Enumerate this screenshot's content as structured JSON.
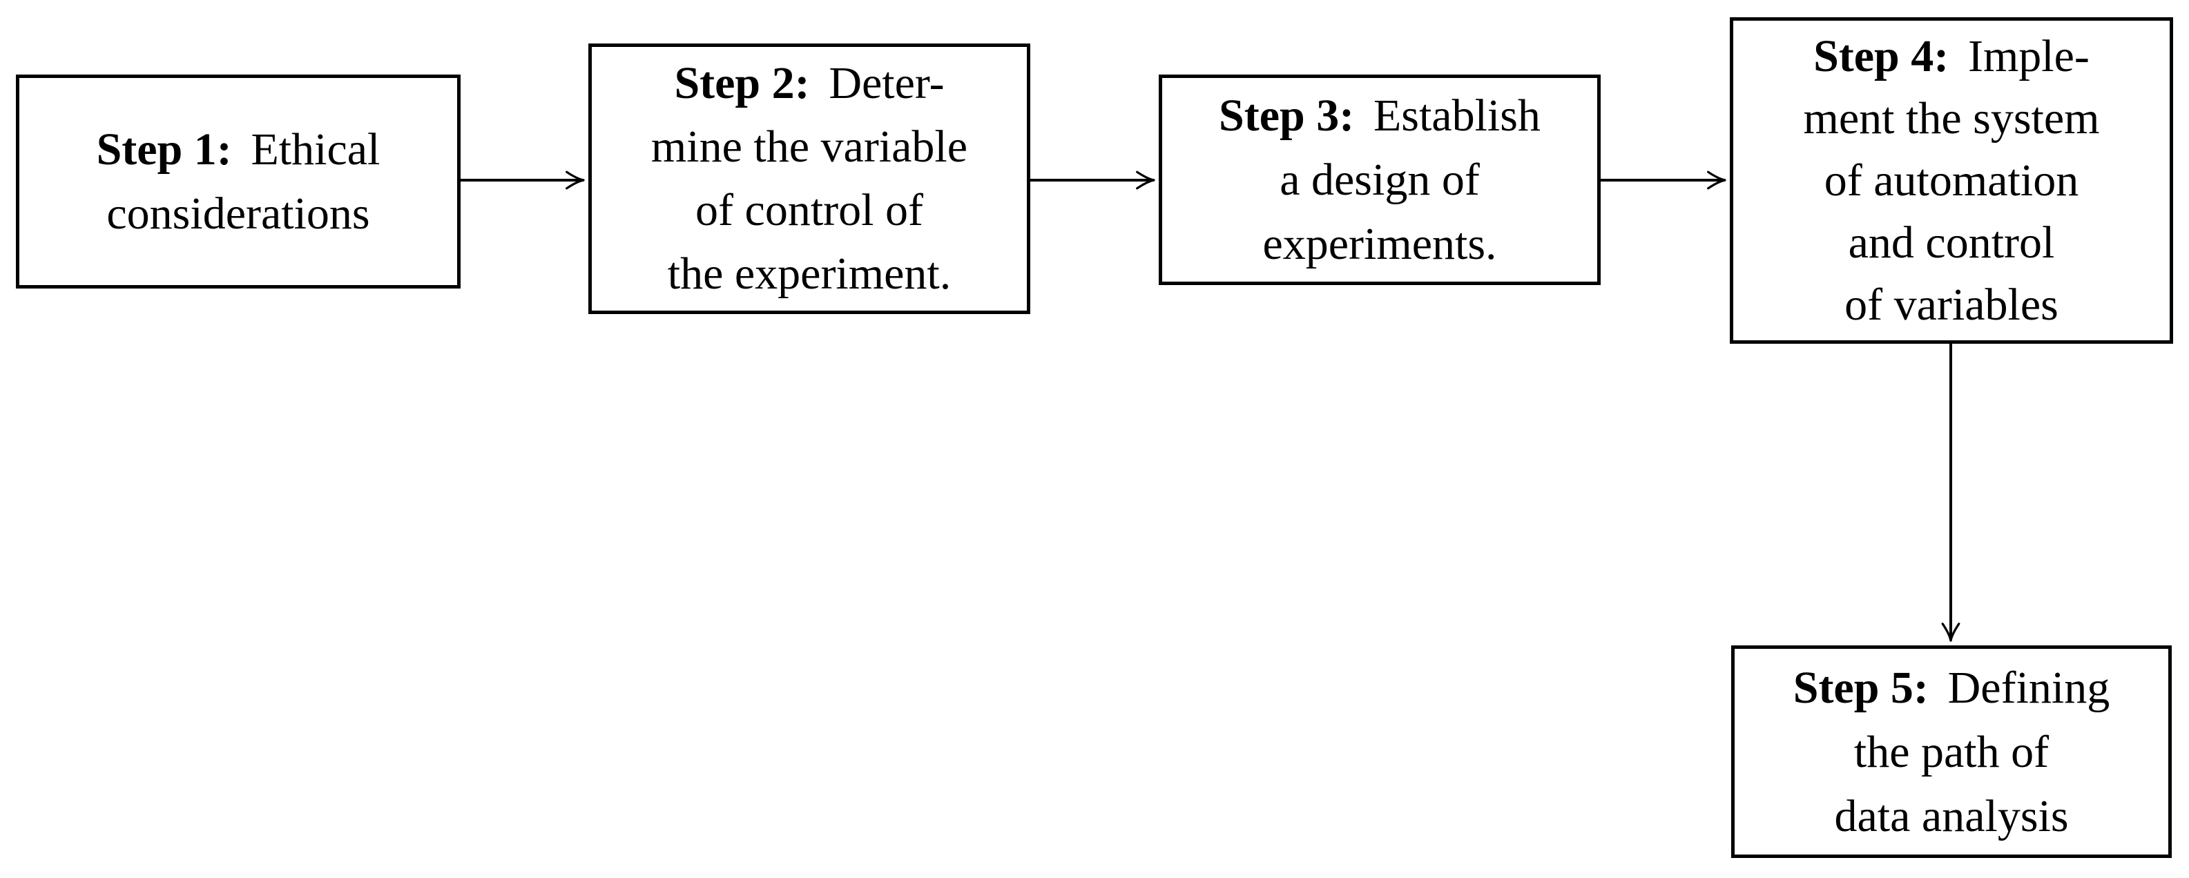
{
  "canvas": {
    "background_color": "#ffffff",
    "ink_color": "#000000"
  },
  "diagram": {
    "type": "flowchart",
    "description": "Five-step research process flowchart; steps 1-4 flow left to right, step 4 flows down to step 5.",
    "steps": [
      {
        "id": 1,
        "label": "Step 1:",
        "lines": [
          "Ethical",
          "considerations"
        ]
      },
      {
        "id": 2,
        "label": "Step 2:",
        "lines": [
          "Deter-",
          "mine the variable",
          "of control of",
          "the experiment."
        ]
      },
      {
        "id": 3,
        "label": "Step 3:",
        "lines": [
          "Establish",
          "a design of",
          "experiments."
        ]
      },
      {
        "id": 4,
        "label": "Step 4:",
        "lines": [
          "Imple-",
          "ment the system",
          "of automation",
          "and control",
          "of variables"
        ]
      },
      {
        "id": 5,
        "label": "Step 5:",
        "lines": [
          "Defining",
          "the path of",
          "data analysis"
        ]
      }
    ],
    "connections": [
      {
        "from": 1,
        "to": 2,
        "direction": "right"
      },
      {
        "from": 2,
        "to": 3,
        "direction": "right"
      },
      {
        "from": 3,
        "to": 4,
        "direction": "right"
      },
      {
        "from": 4,
        "to": 5,
        "direction": "down"
      }
    ]
  }
}
